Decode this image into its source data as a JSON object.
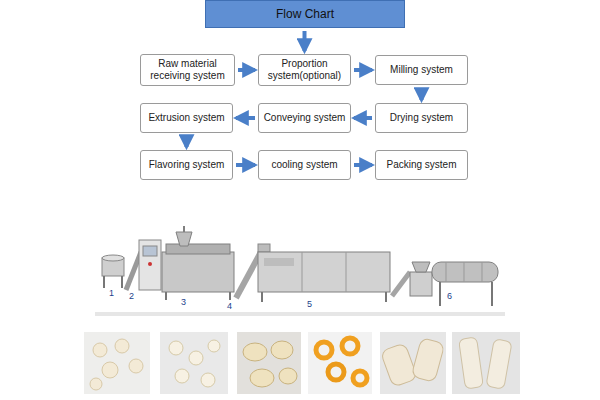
{
  "diagram": {
    "nodes": [
      {
        "text": [
          "Flow Chart"
        ]
      },
      {
        "text": [
          "Raw material receiving system"
        ]
      },
      {
        "text": [
          "Proportion system(optional)"
        ]
      },
      {
        "text": [
          "Milling system"
        ]
      },
      {
        "text": [
          "Drying system"
        ]
      },
      {
        "text": [
          "Conveying system"
        ]
      },
      {
        "text": [
          "Extrusion system"
        ]
      },
      {
        "text": [
          "Flavoring system"
        ]
      },
      {
        "text": [
          "cooling system"
        ]
      },
      {
        "text": [
          "Packing system"
        ]
      }
    ],
    "edges": [
      {
        "from": 0,
        "to": 2,
        "arrow": "to"
      },
      {
        "from": 1,
        "to": 2,
        "arrow": "to"
      },
      {
        "from": 2,
        "to": 3,
        "arrow": "to"
      },
      {
        "from": 3,
        "to": 4,
        "arrow": "to"
      },
      {
        "from": 4,
        "to": 5,
        "arrow": "to"
      },
      {
        "from": 5,
        "to": 6,
        "arrow": "to"
      },
      {
        "from": 6,
        "to": 7,
        "arrow": "to"
      },
      {
        "from": 7,
        "to": 8,
        "arrow": "to"
      },
      {
        "from": 8,
        "to": 9,
        "arrow": "to"
      }
    ],
    "labels": [
      "1",
      "2",
      "3",
      "4",
      "5",
      "6"
    ]
  }
}
